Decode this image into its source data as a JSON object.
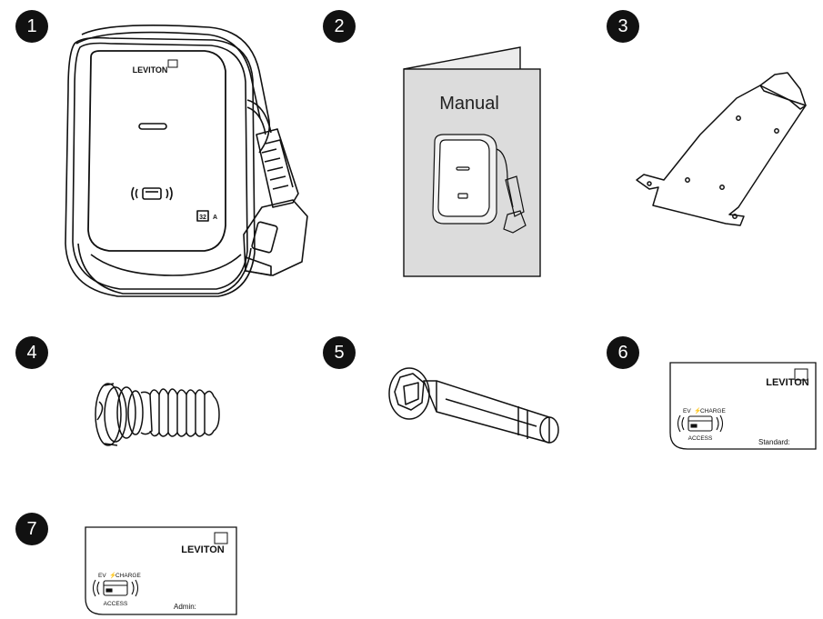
{
  "items": [
    {
      "number": "1",
      "label": "charger-unit",
      "brand": "LEVITON",
      "rating": "32",
      "rating_unit": "A"
    },
    {
      "number": "2",
      "label": "manual",
      "title": "Manual"
    },
    {
      "number": "3",
      "label": "mounting-bracket"
    },
    {
      "number": "4",
      "label": "screw"
    },
    {
      "number": "5",
      "label": "anchor-bolt"
    },
    {
      "number": "6",
      "label": "standard-card",
      "brand": "LEVITON",
      "ev": "EV",
      "charge": "CHARGE",
      "access": "ACCESS",
      "card_type": "Standard:"
    },
    {
      "number": "7",
      "label": "admin-card",
      "brand": "LEVITON",
      "ev": "EV",
      "charge": "CHARGE",
      "access": "ACCESS",
      "card_type": "Admin:"
    }
  ]
}
